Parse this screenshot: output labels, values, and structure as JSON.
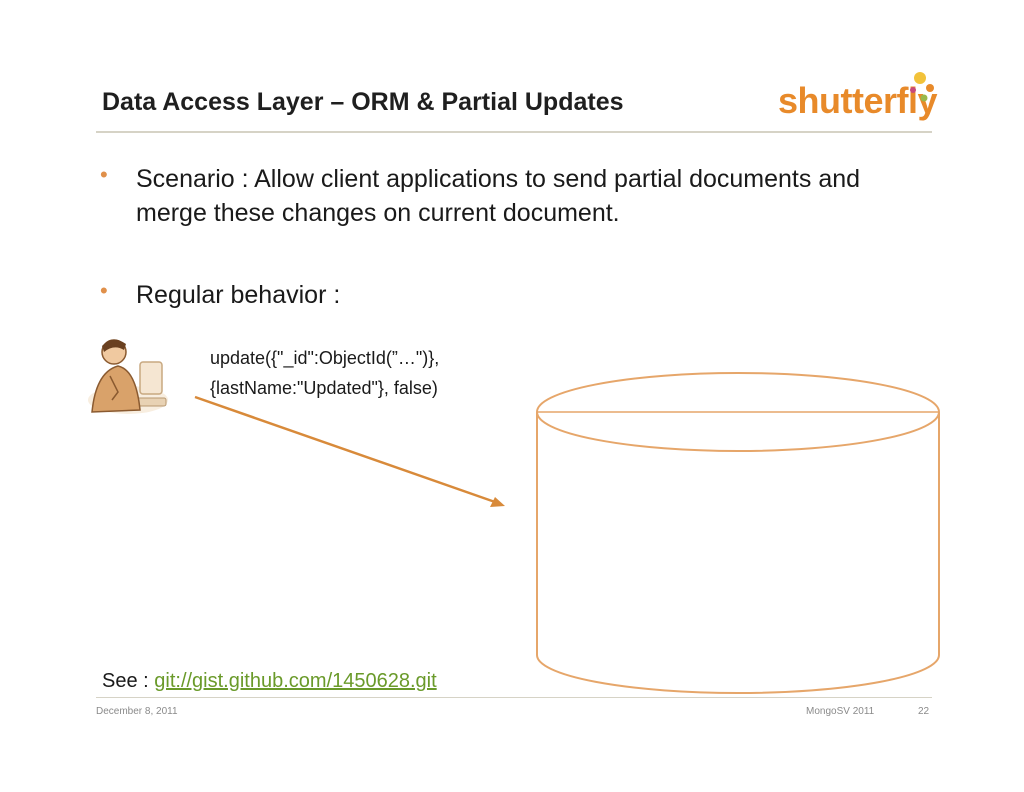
{
  "slide": {
    "title": "Data Access Layer – ORM & Partial Updates",
    "logo_text": "shutterfly",
    "bullets": [
      {
        "marker": "•",
        "text": "Scenario :  Allow client applications to send partial documents and merge these changes on current document."
      },
      {
        "marker": "•",
        "text": "Regular behavior :"
      }
    ],
    "code_lines": [
      "update({\"_id\":ObjectId(”…\")},",
      "{lastName:\"Updated\"}, false)"
    ],
    "see_prefix": "See : ",
    "see_link": "git://gist.github.com/1450628.git"
  },
  "footer": {
    "date": "December 8, 2011",
    "event": "MongoSV 2011",
    "page": "22"
  },
  "colors": {
    "accent_orange": "#e0904a",
    "link_green": "#6a9a2a",
    "rule": "#d6d3c6",
    "cylinder_stroke": "#e6a66a"
  },
  "icons": [
    "user-at-computer-icon",
    "arrow-icon",
    "database-cylinder-icon"
  ]
}
